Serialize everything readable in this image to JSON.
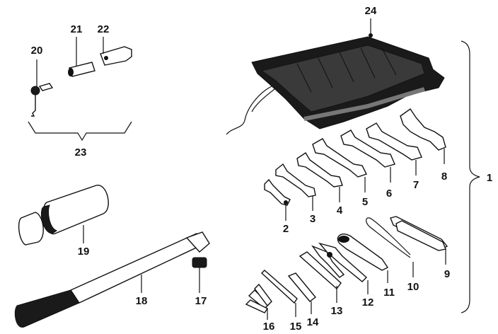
{
  "callouts": [
    "1",
    "2",
    "3",
    "4",
    "5",
    "6",
    "7",
    "8",
    "9",
    "10",
    "11",
    "12",
    "13",
    "14",
    "15",
    "16",
    "17",
    "18",
    "19",
    "20",
    "21",
    "22",
    "23",
    "24"
  ],
  "colors": {
    "ink": "#111111",
    "paper": "#ffffff",
    "fill_dark": "#1a1a1a"
  }
}
